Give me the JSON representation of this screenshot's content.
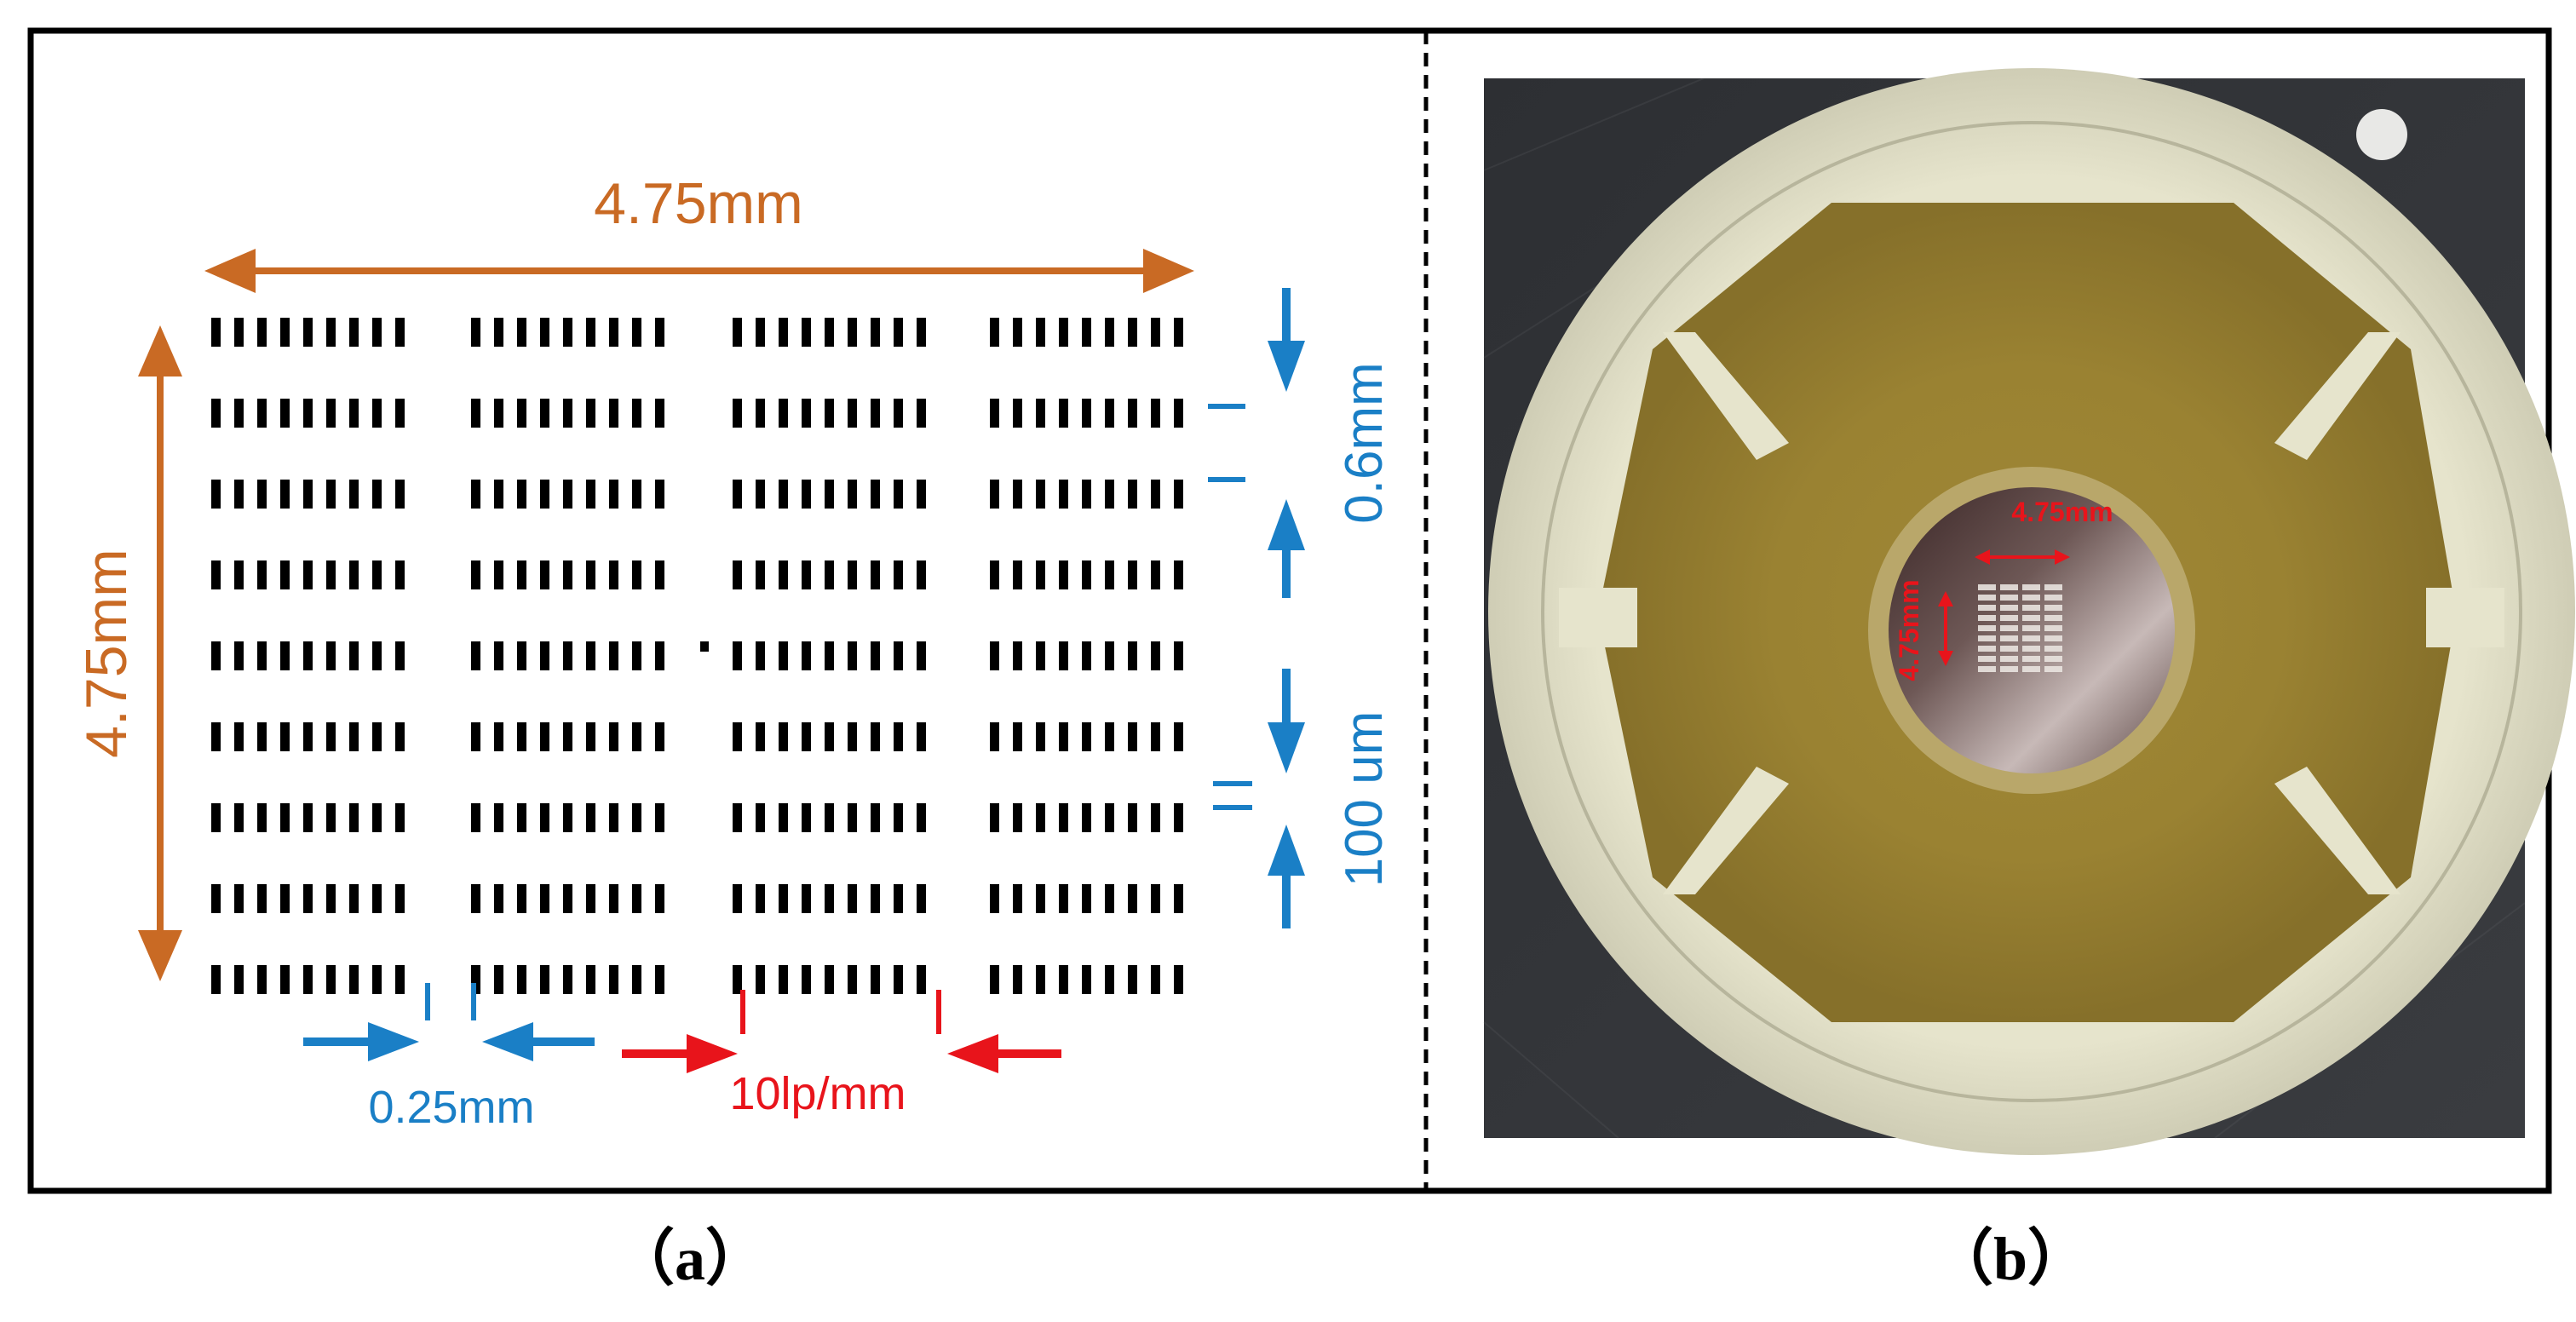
{
  "panel_a": {
    "width_label": "4.75mm",
    "height_label": "4.75mm",
    "period_label": "0.6mm",
    "bar_label": "100 um",
    "gap_label": "0.25mm",
    "frequency_label": "10lp/mm",
    "caption": "（a）"
  },
  "panel_b": {
    "width_label": "4.75mm",
    "height_label": "4.75mm",
    "caption": "（b）"
  },
  "grid": {
    "rows": 9,
    "columns": 4,
    "bars_per_group": 9
  },
  "colors": {
    "orange": "#c96a24",
    "blue": "#1a7fc6",
    "red": "#e8141b",
    "bar": "#000000",
    "frame": "#000000",
    "background": "#ffffff"
  }
}
